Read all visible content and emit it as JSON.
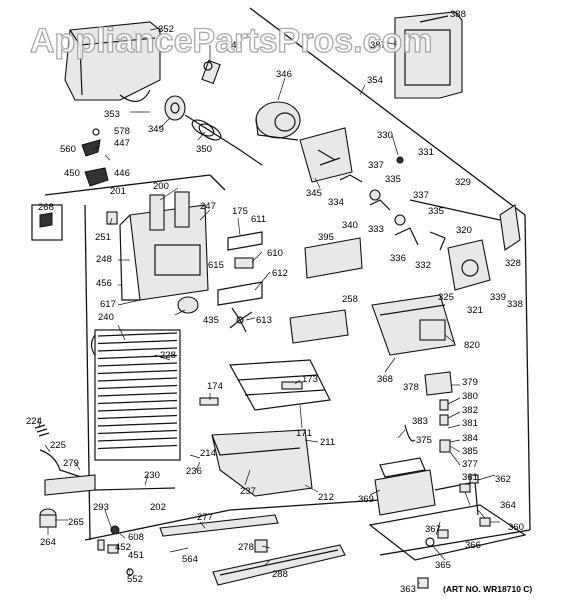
{
  "watermark": "AppliancePartsPros.com",
  "art_number": "(ART NO. WR18710 C)",
  "callouts": {
    "c352": "352",
    "c348": "348",
    "c388": "388",
    "c387": "387",
    "c354": "354",
    "c346": "346",
    "c353": "353",
    "c349": "349",
    "c578": "578",
    "c447": "447",
    "c560": "560",
    "c446": "446",
    "c450": "450",
    "c350": "350",
    "c330": "330",
    "c331": "331",
    "c345": "345",
    "c337a": "337",
    "c335a": "335",
    "c337b": "337",
    "c329": "329",
    "c334": "334",
    "c340": "340",
    "c333": "333",
    "c335b": "335",
    "c201": "201",
    "c200": "200",
    "c268": "268",
    "c247": "247",
    "c175": "175",
    "c611": "611",
    "c251": "251",
    "c395": "395",
    "c610": "610",
    "c320": "320",
    "c336": "336",
    "c332": "332",
    "c328": "328",
    "c248": "248",
    "c615": "615",
    "c612": "612",
    "c456": "456",
    "c325": "325",
    "c339": "339",
    "c338": "338",
    "c617": "617",
    "c258": "258",
    "c321": "321",
    "c240": "240",
    "c435": "435",
    "c613": "613",
    "c820": "820",
    "c228": "228",
    "c368": "368",
    "c173": "173",
    "c174": "174",
    "c378": "378",
    "c379": "379",
    "c380": "380",
    "c382": "382",
    "c381": "381",
    "c383": "383",
    "c224": "224",
    "c171": "171",
    "c375": "375",
    "c384": "384",
    "c211": "211",
    "c385": "385",
    "c377": "377",
    "c225": "225",
    "c214": "214",
    "c279": "279",
    "c236": "236",
    "c230": "230",
    "c362": "362",
    "c369": "369",
    "c361": "361",
    "c237": "237",
    "c212": "212",
    "c293": "293",
    "c202": "202",
    "c265": "265",
    "c364": "364",
    "c277": "277",
    "c367": "367",
    "c360": "360",
    "c264": "264",
    "c608": "608",
    "c452": "452",
    "c451": "451",
    "c278": "278",
    "c366": "366",
    "c564": "564",
    "c365": "365",
    "c552": "552",
    "c288": "288",
    "c363": "363"
  }
}
